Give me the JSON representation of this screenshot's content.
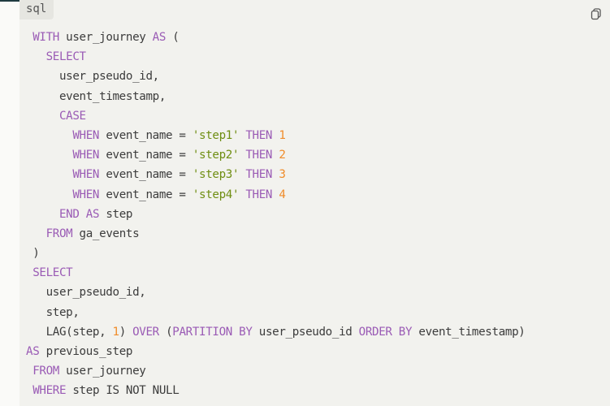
{
  "code_block": {
    "language": "sql",
    "copy_icon": "copy-icon",
    "colors": {
      "keyword": "#9a5bb5",
      "string": "#6f8e12",
      "number": "#f08c2a",
      "text": "#3c3c3c",
      "background": "#f2f2ee"
    },
    "lines": [
      [
        {
          "t": " "
        },
        {
          "t": "WITH",
          "c": "kw"
        },
        {
          "t": " user_journey "
        },
        {
          "t": "AS",
          "c": "kw"
        },
        {
          "t": " ("
        }
      ],
      [
        {
          "t": "   "
        },
        {
          "t": "SELECT",
          "c": "kw"
        }
      ],
      [
        {
          "t": "     user_pseudo_id,"
        }
      ],
      [
        {
          "t": "     event_timestamp,"
        }
      ],
      [
        {
          "t": "     "
        },
        {
          "t": "CASE",
          "c": "kw"
        }
      ],
      [
        {
          "t": "       "
        },
        {
          "t": "WHEN",
          "c": "kw"
        },
        {
          "t": " event_name = "
        },
        {
          "t": "'step1'",
          "c": "str"
        },
        {
          "t": " "
        },
        {
          "t": "THEN",
          "c": "kw"
        },
        {
          "t": " "
        },
        {
          "t": "1",
          "c": "num"
        }
      ],
      [
        {
          "t": "       "
        },
        {
          "t": "WHEN",
          "c": "kw"
        },
        {
          "t": " event_name = "
        },
        {
          "t": "'step2'",
          "c": "str"
        },
        {
          "t": " "
        },
        {
          "t": "THEN",
          "c": "kw"
        },
        {
          "t": " "
        },
        {
          "t": "2",
          "c": "num"
        }
      ],
      [
        {
          "t": "       "
        },
        {
          "t": "WHEN",
          "c": "kw"
        },
        {
          "t": " event_name = "
        },
        {
          "t": "'step3'",
          "c": "str"
        },
        {
          "t": " "
        },
        {
          "t": "THEN",
          "c": "kw"
        },
        {
          "t": " "
        },
        {
          "t": "3",
          "c": "num"
        }
      ],
      [
        {
          "t": "       "
        },
        {
          "t": "WHEN",
          "c": "kw"
        },
        {
          "t": " event_name = "
        },
        {
          "t": "'step4'",
          "c": "str"
        },
        {
          "t": " "
        },
        {
          "t": "THEN",
          "c": "kw"
        },
        {
          "t": " "
        },
        {
          "t": "4",
          "c": "num"
        }
      ],
      [
        {
          "t": "     "
        },
        {
          "t": "END",
          "c": "kw"
        },
        {
          "t": " "
        },
        {
          "t": "AS",
          "c": "kw"
        },
        {
          "t": " step"
        }
      ],
      [
        {
          "t": "   "
        },
        {
          "t": "FROM",
          "c": "kw"
        },
        {
          "t": " ga_events"
        }
      ],
      [
        {
          "t": " )"
        }
      ],
      [
        {
          "t": " "
        },
        {
          "t": "SELECT",
          "c": "kw"
        }
      ],
      [
        {
          "t": "   user_pseudo_id,"
        }
      ],
      [
        {
          "t": "   step,"
        }
      ],
      [
        {
          "t": "   LAG(step, "
        },
        {
          "t": "1",
          "c": "num"
        },
        {
          "t": ") "
        },
        {
          "t": "OVER",
          "c": "kw"
        },
        {
          "t": " ("
        },
        {
          "t": "PARTITION BY",
          "c": "kw"
        },
        {
          "t": " user_pseudo_id "
        },
        {
          "t": "ORDER BY",
          "c": "kw"
        },
        {
          "t": " event_timestamp)"
        }
      ],
      [
        {
          "t": "AS",
          "c": "kw"
        },
        {
          "t": " previous_step"
        }
      ],
      [
        {
          "t": " "
        },
        {
          "t": "FROM",
          "c": "kw"
        },
        {
          "t": " user_journey"
        }
      ],
      [
        {
          "t": " "
        },
        {
          "t": "WHERE",
          "c": "kw"
        },
        {
          "t": " step IS NOT NULL"
        }
      ]
    ]
  }
}
